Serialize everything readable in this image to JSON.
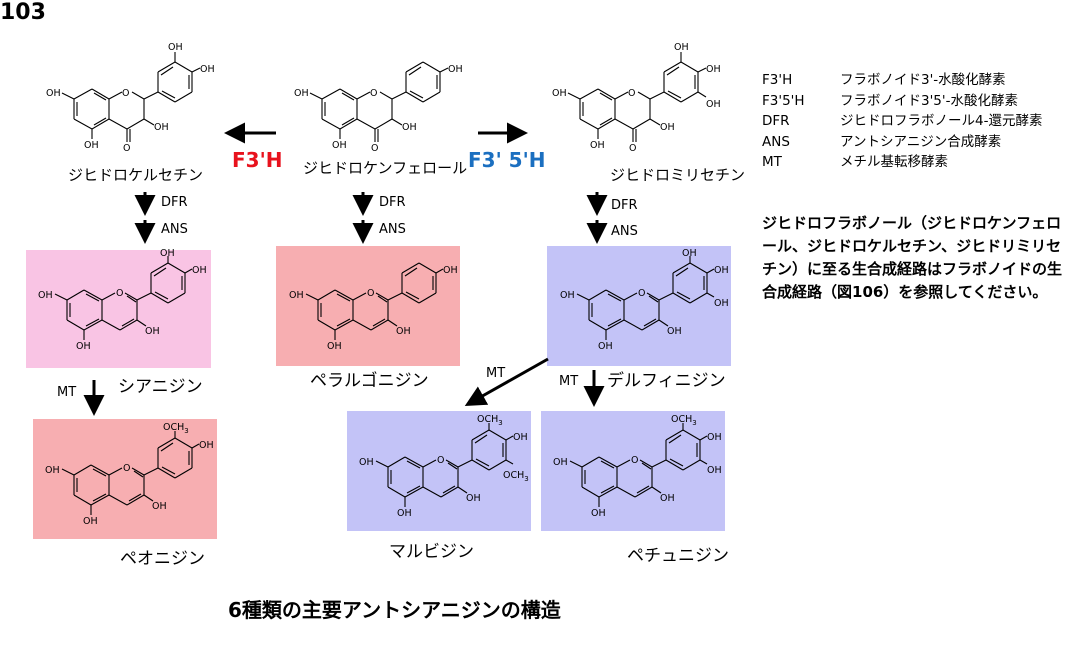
{
  "page_number": "103",
  "title": "6種類の主要アントシアニジンの構造",
  "compounds": {
    "dihydroquercetin": "ジヒドロケルセチン",
    "dihydrokaempferol": "ジヒドロケンフェロール",
    "dihydromyricetin": "ジヒドロミリセチン",
    "cyanidin": "シアニジン",
    "pelargonidin": "ペラルゴニジン",
    "delphinidin": "デルフィニジン",
    "peonidin": "ペオニジン",
    "malvidin": "マルビジン",
    "petunidin": "ペチュニジン"
  },
  "enzymes": {
    "f3h": "F3'H",
    "f35h": "F3' 5'H"
  },
  "steps": {
    "dfr": "DFR",
    "ans": "ANS",
    "mt": "MT"
  },
  "atoms": {
    "oh": "OH",
    "o": "O",
    "och3": "OCH",
    "sub3": "3"
  },
  "legend": [
    {
      "abbr": "F3'H",
      "desc": "フラボノイド3'-水酸化酵素"
    },
    {
      "abbr": "F3'5'H",
      "desc": "フラボノイド3'5'-水酸化酵素"
    },
    {
      "abbr": "DFR",
      "desc": "ジヒドロフラボノール4-還元酵素"
    },
    {
      "abbr": "ANS",
      "desc": "アントシアニジン合成酵素"
    },
    {
      "abbr": "MT",
      "desc": "メチル基転移酵素"
    }
  ],
  "note": "ジヒドロフラボノール（ジヒドロケンフェロール、ジヒドロケルセチン、ジヒドリミリセチン）に至る生合成経路はフラボノイドの生合成経路（図106）を参照してください。",
  "colors": {
    "pink": "#f9c4e4",
    "red": "#f7aeb1",
    "blue": "#c3c3f7",
    "f3h_text": "#e8121d",
    "f35h_text": "#1b6fc0"
  }
}
